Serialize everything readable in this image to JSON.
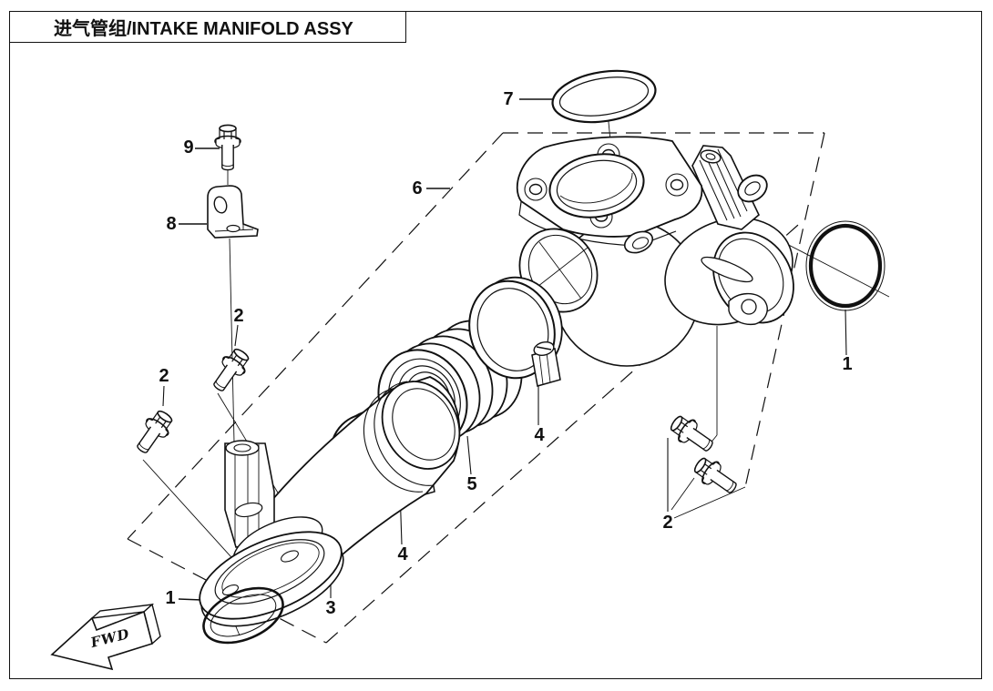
{
  "title": "进气管组/INTAKE MANIFOLD ASSY",
  "fwd_arrow_label": "FWD",
  "part_labels": [
    {
      "id": "7",
      "text": "7"
    },
    {
      "id": "9",
      "text": "9"
    },
    {
      "id": "8",
      "text": "8"
    },
    {
      "id": "2a",
      "text": "2"
    },
    {
      "id": "2b",
      "text": "2"
    },
    {
      "id": "6",
      "text": "6"
    },
    {
      "id": "1a",
      "text": "1"
    },
    {
      "id": "3",
      "text": "3"
    },
    {
      "id": "4a",
      "text": "4"
    },
    {
      "id": "5",
      "text": "5"
    },
    {
      "id": "4b",
      "text": "4"
    },
    {
      "id": "2c",
      "text": "2"
    },
    {
      "id": "1b",
      "text": "1"
    }
  ],
  "colors": {
    "ink": "#111111",
    "paper": "#ffffff"
  }
}
